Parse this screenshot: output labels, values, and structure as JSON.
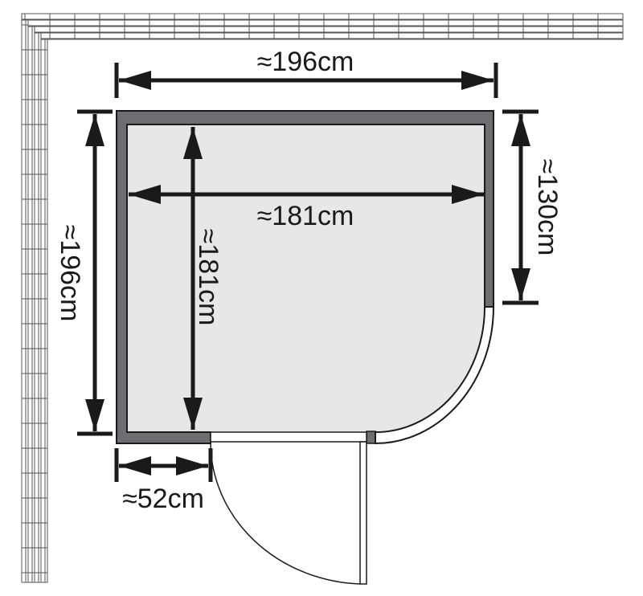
{
  "title": "Sauna floor plan",
  "colors": {
    "wall": "#6d6e71",
    "floor": "#e6e7e8",
    "line": "#1a1a1a",
    "brick": "#555555"
  },
  "dimensions": {
    "outer_width": "≈196cm",
    "outer_depth": "≈196cm",
    "inner_width": "≈181cm",
    "inner_depth": "≈181cm",
    "side_wall": "≈130cm",
    "front_wall": "≈52cm"
  }
}
